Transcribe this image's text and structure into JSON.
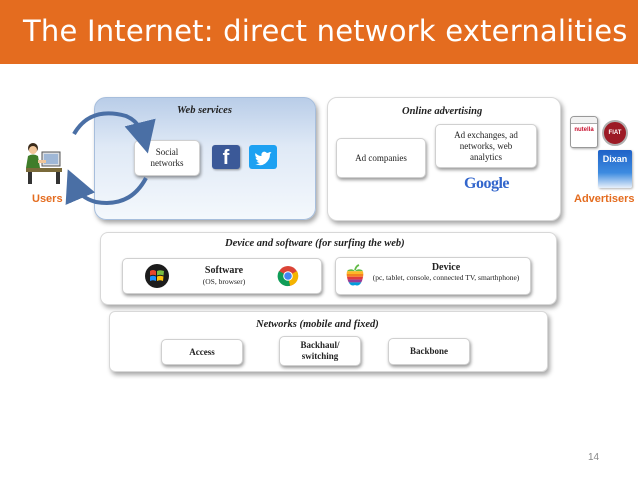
{
  "title": "The Internet: direct network externalities",
  "users_label": "Users",
  "advertisers_label": "Advertisers",
  "web_services": {
    "title": "Web services",
    "social_networks": "Social networks",
    "facebook_letter": "f"
  },
  "online_advertising": {
    "title": "Online advertising",
    "ad_companies": "Ad companies",
    "ad_exchanges": "Ad exchanges, ad networks, web analytics",
    "google_logo": "Google"
  },
  "device_software": {
    "title": "Device and software (for surfing the web)",
    "software_label": "Software",
    "software_sub": "(OS, browser)",
    "device_label": "Device",
    "device_sub": "(pc, tablet, console, connected TV, smarthphone)"
  },
  "networks": {
    "title": "Networks (mobile and fixed)",
    "access": "Access",
    "backhaul": "Backhaul/ switching",
    "backbone": "Backbone"
  },
  "advertiser_products": {
    "nutella": "nutella",
    "fiat": "FIAT",
    "dixan": "Dixan"
  },
  "page_number": "14",
  "colors": {
    "accent": "#e46c1f",
    "panel_blue": "#b9cde8",
    "arrow_blue": "#4a6fa5",
    "facebook": "#3b5998",
    "twitter": "#1da1f2"
  }
}
